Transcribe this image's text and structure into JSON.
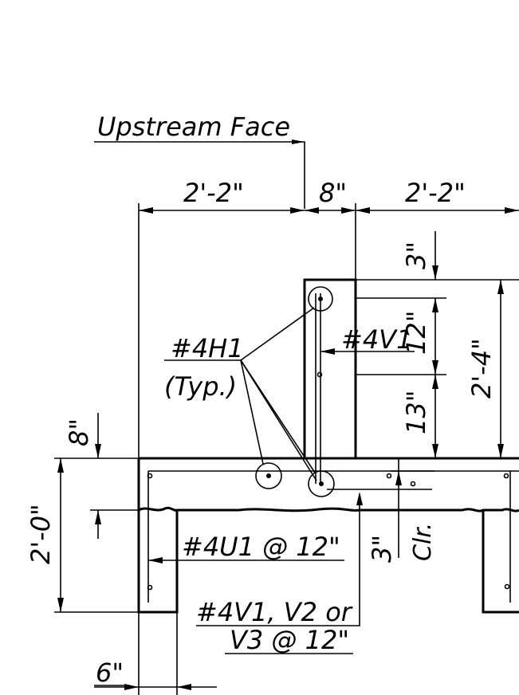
{
  "labels": {
    "upstream_face": "Upstream Face",
    "dim_left": "2'-2\"",
    "dim_wall": "8\"",
    "dim_right": "2'-2\"",
    "dim_top_cover": "3\"",
    "dim_12": "12\"",
    "dim_13": "13\"",
    "dim_wall_height": "2'-4\"",
    "dim_slab_top": "8\"",
    "dim_slab_depth": "2'-0\"",
    "bar_h1": "#4H1",
    "typ": "(Typ.)",
    "bar_v1_wall": "#4V1",
    "bar_u1": "#4U1 @ 12\"",
    "clr_dim": "3\"",
    "clr": "Clr.",
    "bar_v_line1": "#4V1, V2 or",
    "bar_v_line2": "V3 @ 12\"",
    "dim_bottom": "6\""
  }
}
